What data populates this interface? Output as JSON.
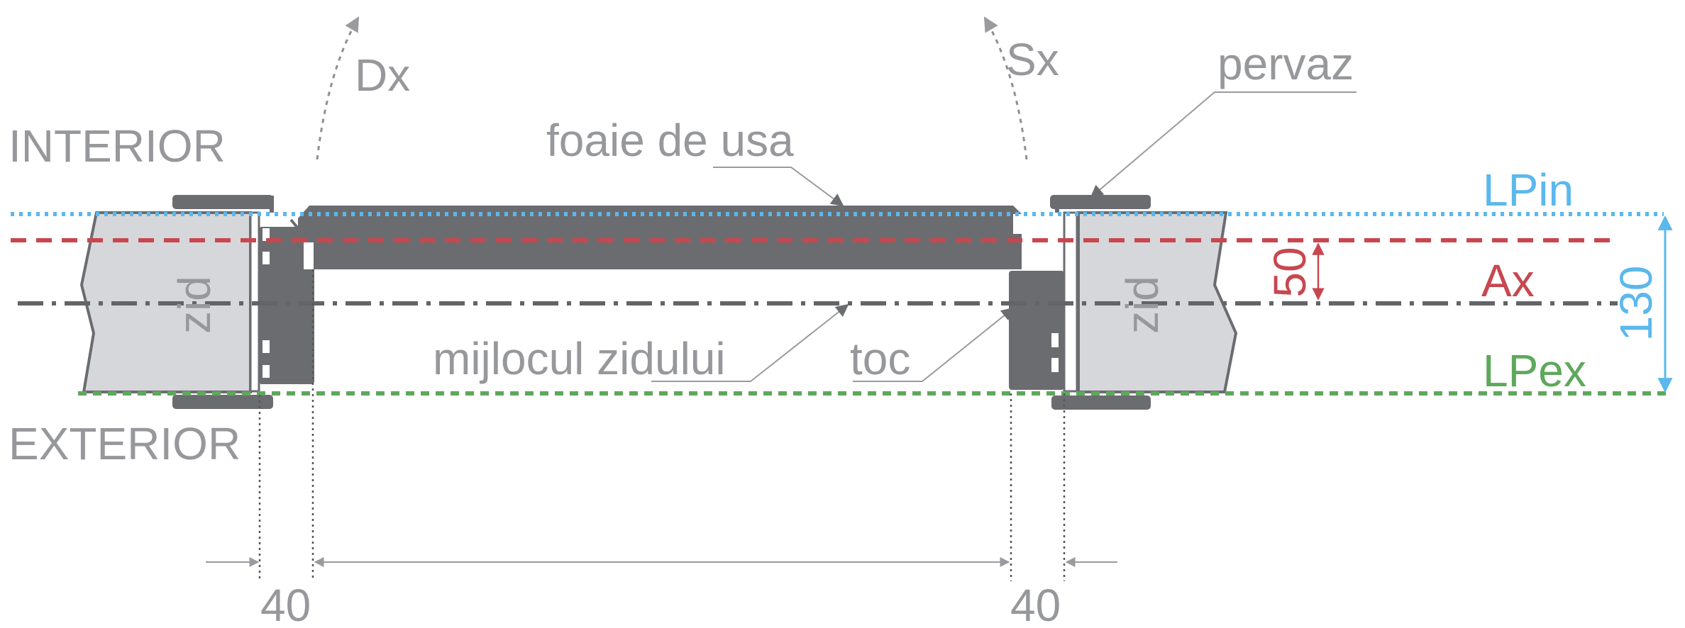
{
  "labels": {
    "interior": "INTERIOR",
    "exterior": "EXTERIOR",
    "dx": "Dx",
    "sx": "Sx",
    "pervaz": "pervaz",
    "foaie_de_usa": "foaie de usa",
    "mijlocul_zidului": "mijlocul zidului",
    "toc": "toc",
    "zid_left": "zid",
    "zid_right": "zid",
    "lpin": "LPin",
    "ax": "Ax",
    "lpex": "LPex",
    "dim_50": "50",
    "dim_130": "130",
    "dim_40_left": "40",
    "dim_40_right": "40"
  },
  "colors": {
    "lpin": "#5bb8ec",
    "ax": "#c8474f",
    "lpex": "#5ea85c",
    "label_gray": "#97989b",
    "wall_fill": "#d6d7da",
    "frame_dark": "#6b6c70",
    "axis_dark": "#636467"
  }
}
